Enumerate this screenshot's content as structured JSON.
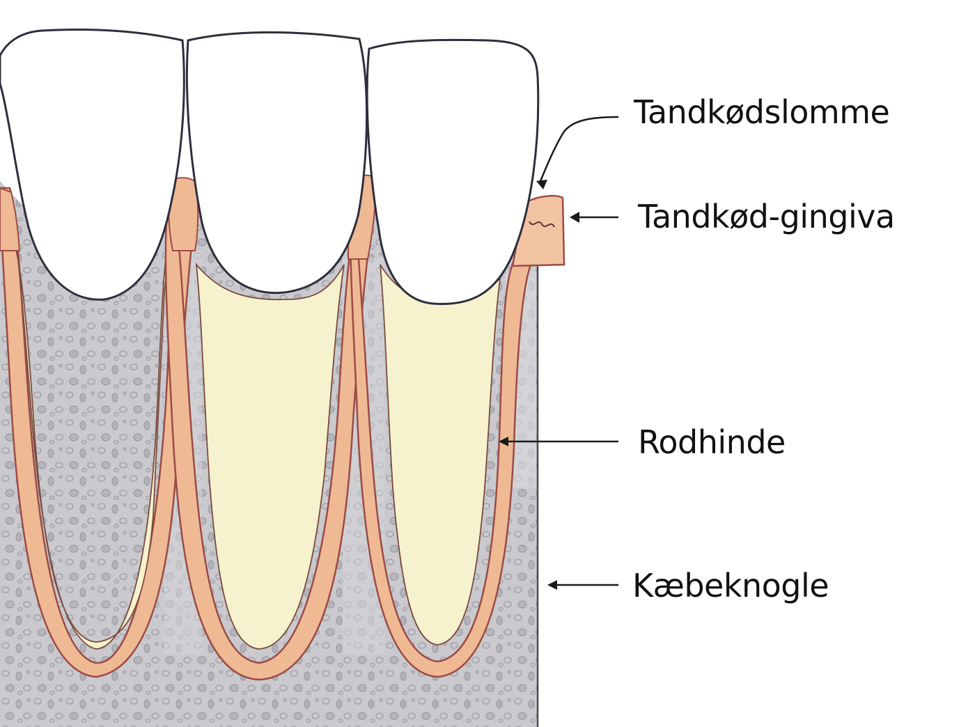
{
  "labels": {
    "pocket": "Tandkødslomme",
    "gingiva": "Tandkød-gingiva",
    "periodontal_ligament": "Rodhinde",
    "jaw_bone": "Kæbeknogle"
  },
  "colors": {
    "enamel": "#ffffff",
    "root": "#f6f2cd",
    "gum": "#f0bd98",
    "gum_stroke": "#c46d5a",
    "bone": "#c9c9ce",
    "bone_spots": "#a8a8ae",
    "outline": "#2e2e3c",
    "leader": "#1a1a1a"
  }
}
